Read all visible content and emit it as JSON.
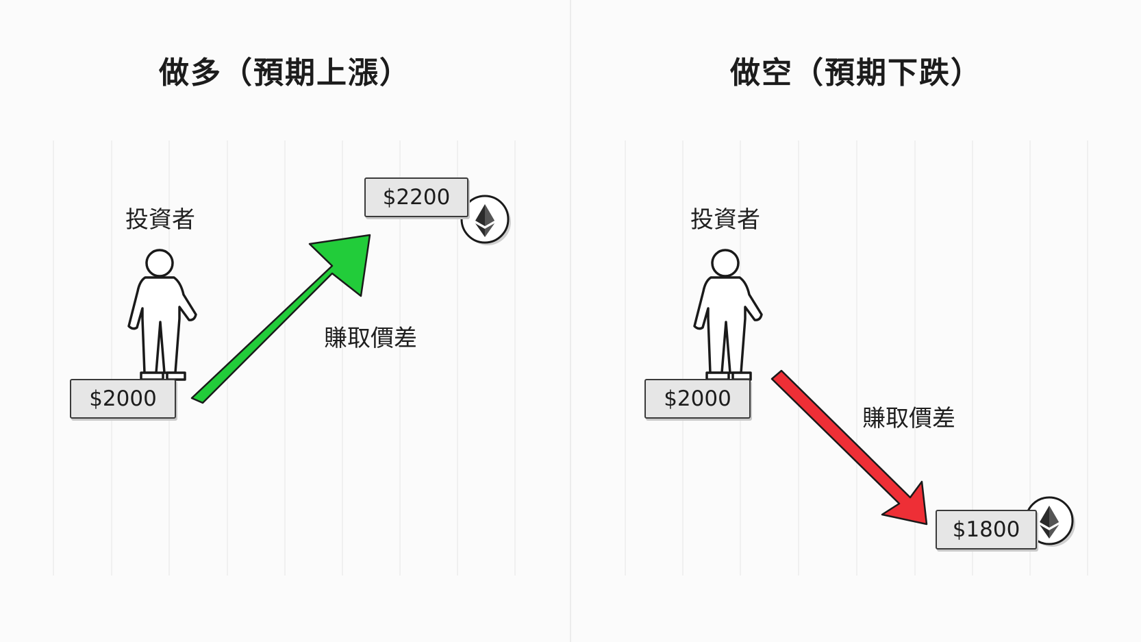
{
  "long": {
    "title": "做多（預期上漲）",
    "investor_label": "投資者",
    "entry_price": "$2000",
    "target_price": "$2200",
    "profit_label": "賺取價差",
    "arrow_color": "#22cc3a",
    "coin_icon": "ethereum-icon"
  },
  "short": {
    "title": "做空（預期下跌）",
    "investor_label": "投資者",
    "entry_price": "$2000",
    "target_price": "$1800",
    "profit_label": "賺取價差",
    "arrow_color": "#ee2f36",
    "coin_icon": "ethereum-icon"
  }
}
